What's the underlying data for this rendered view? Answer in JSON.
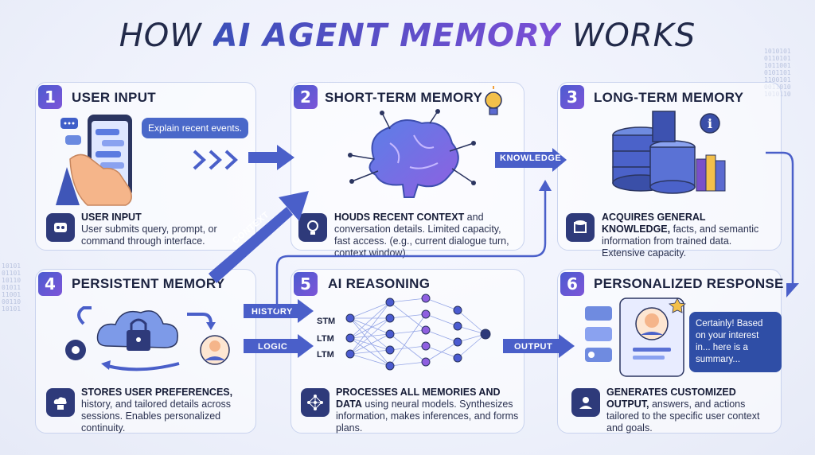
{
  "title": {
    "prefix": "HOW ",
    "accent": "AI AGENT MEMORY",
    "suffix": " WORKS"
  },
  "panels": [
    {
      "num": "1",
      "title": "USER INPUT",
      "bubble": "Explain recent events.",
      "desc_bold": "USER INPUT",
      "desc": "User submits query, prompt, or command through interface.",
      "icon": "robot-chat-icon"
    },
    {
      "num": "2",
      "title": "SHORT-TERM MEMORY",
      "desc_bold": "HOUDS RECENT CONTEXT",
      "desc": " and conversation details. Limited capacity, fast access. (e.g., current dialogue turn, context window).",
      "icon": "lightbulb-icon"
    },
    {
      "num": "3",
      "title": "LONG-TERM MEMORY",
      "desc_bold": "ACQUIRES GENERAL KNOWLEDGE,",
      "desc": " facts, and semantic information from trained data. Extensive capacity.",
      "icon": "database-icon"
    },
    {
      "num": "4",
      "title": "PERSISTENT MEMORY",
      "desc_bold": "STORES USER PREFERENCES,",
      "desc": " history, and tailored details across sessions. Enables personalized continuity.",
      "icon": "cloud-database-icon"
    },
    {
      "num": "5",
      "title": "AI REASONING",
      "labels": [
        "STM",
        "LTM",
        "LTM"
      ],
      "desc_bold": "PROCESSES ALL MEMORIES AND DATA",
      "desc": " using neural models. Synthesizes information, makes inferences, and forms plans.",
      "icon": "neural-network-icon"
    },
    {
      "num": "6",
      "title": "PERSONALIZED RESPONSE",
      "bubble": "Certainly! Based on your interest in... here is a summary...",
      "desc_bold": "GENERATES CUSTOMIZED OUTPUT,",
      "desc": " answers, and actions tailored to the specific user context and goals.",
      "icon": "user-star-icon"
    }
  ],
  "arrows": {
    "knowledge": "KNOWLEDGE",
    "context": "CONTEXT",
    "history": "HISTORY",
    "logic": "LOGIC",
    "output": "OUTPUT"
  },
  "colors": {
    "accent": "#4b5bd0",
    "purple": "#7d55d8",
    "navy": "#2e3a7a"
  }
}
